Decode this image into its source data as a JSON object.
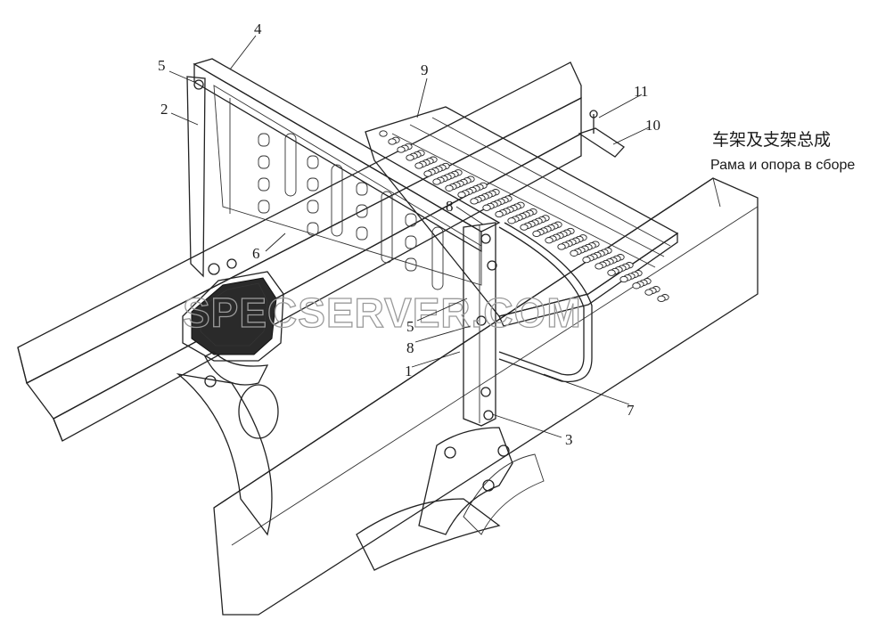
{
  "title": {
    "chinese": "车架及支架总成",
    "russian": "Рама и опора в сборе"
  },
  "watermark": "SPECSERVER.COM",
  "callouts": [
    "1",
    "2",
    "3",
    "4",
    "5",
    "5",
    "6",
    "7",
    "8",
    "8",
    "9",
    "10",
    "11"
  ]
}
